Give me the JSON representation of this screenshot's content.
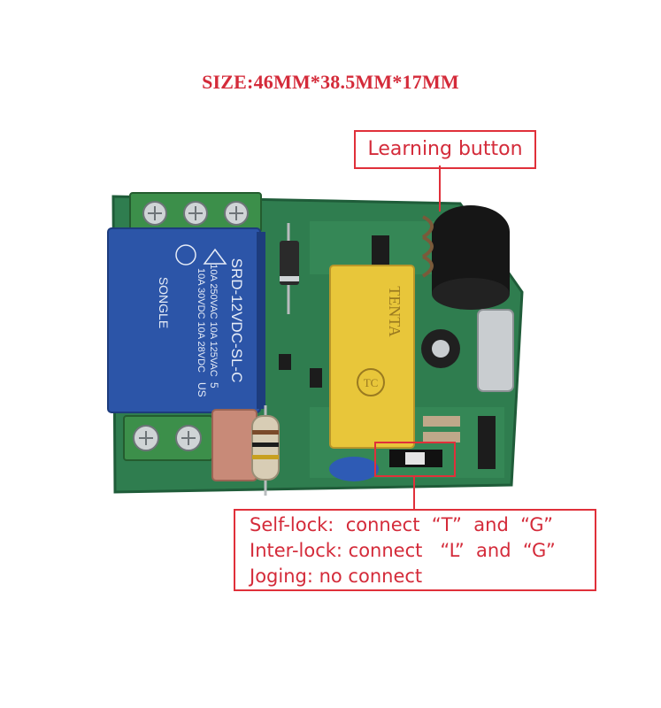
{
  "size_label": "SIZE:46MM*38.5MM*17MM",
  "learning_label": "Learning button",
  "modes": [
    "Self-lock:  connect  “T”  and  “G”",
    "Inter-lock: connect   “L”  and  “G”",
    "Joging: no connect"
  ],
  "relay": {
    "brand": "SONGLE",
    "model": "SRD-12VDC-SL-C",
    "rating_1": "10A 250VAC  10A 125VAC",
    "rating_2": "10A 30VDC   10A 28VDC",
    "mark_us": "US",
    "mark_5": "5"
  },
  "capacitor_brand": "TENTA",
  "capacitor_mark": "TC",
  "colors": {
    "annotation": "#e0303a",
    "pcb": "#2f7d4f",
    "relay": "#2c55a8",
    "terminal": "#3c8f4a",
    "capacitor": "#e8c63a"
  }
}
